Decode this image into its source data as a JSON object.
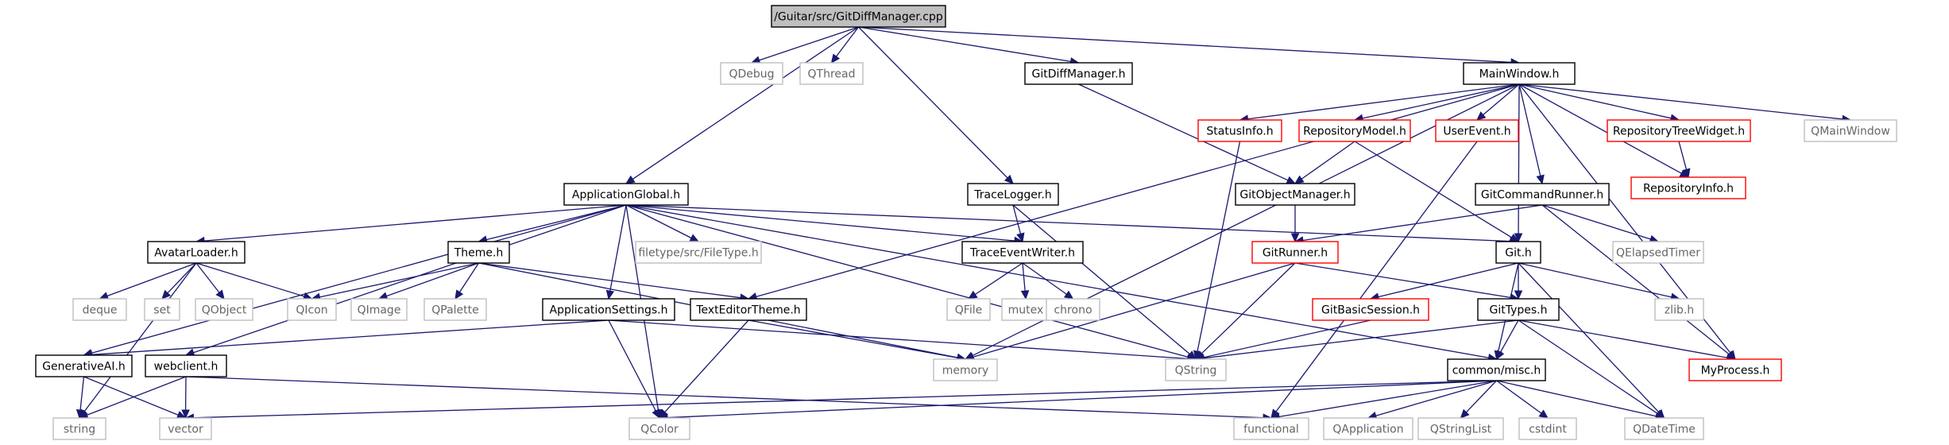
{
  "graph": {
    "nodes": [
      {
        "id": "root",
        "label": "/Guitar/src/GitDiffManager.cpp",
        "kind": "root"
      },
      {
        "id": "qdebug",
        "label": "QDebug",
        "kind": "sys"
      },
      {
        "id": "qthread",
        "label": "QThread",
        "kind": "sys"
      },
      {
        "id": "gitdiffmanager_h",
        "label": "GitDiffManager.h",
        "kind": "doc"
      },
      {
        "id": "mainwindow_h",
        "label": "MainWindow.h",
        "kind": "doc"
      },
      {
        "id": "statusinfo_h",
        "label": "StatusInfo.h",
        "kind": "missing"
      },
      {
        "id": "repositorymodel_h",
        "label": "RepositoryModel.h",
        "kind": "missing"
      },
      {
        "id": "userevent_h",
        "label": "UserEvent.h",
        "kind": "missing"
      },
      {
        "id": "repositorytreewidget_h",
        "label": "RepositoryTreeWidget.h",
        "kind": "missing"
      },
      {
        "id": "qmainwindow",
        "label": "QMainWindow",
        "kind": "sys"
      },
      {
        "id": "repositoryinfo_h",
        "label": "RepositoryInfo.h",
        "kind": "missing"
      },
      {
        "id": "applicationglobal_h",
        "label": "ApplicationGlobal.h",
        "kind": "doc"
      },
      {
        "id": "tracelogger_h",
        "label": "TraceLogger.h",
        "kind": "doc"
      },
      {
        "id": "gitobjectmanager_h",
        "label": "GitObjectManager.h",
        "kind": "doc"
      },
      {
        "id": "gitcommandrunner_h",
        "label": "GitCommandRunner.h",
        "kind": "doc"
      },
      {
        "id": "avatarloader_h",
        "label": "AvatarLoader.h",
        "kind": "doc"
      },
      {
        "id": "theme_h",
        "label": "Theme.h",
        "kind": "doc"
      },
      {
        "id": "filetype_h",
        "label": "filetype/src/FileType.h",
        "kind": "sys"
      },
      {
        "id": "traceeventwriter_h",
        "label": "TraceEventWriter.h",
        "kind": "doc"
      },
      {
        "id": "gitrunner_h",
        "label": "GitRunner.h",
        "kind": "missing"
      },
      {
        "id": "git_h",
        "label": "Git.h",
        "kind": "doc"
      },
      {
        "id": "qelapsedtimer",
        "label": "QElapsedTimer",
        "kind": "sys"
      },
      {
        "id": "deque",
        "label": "deque",
        "kind": "sys"
      },
      {
        "id": "set",
        "label": "set",
        "kind": "sys"
      },
      {
        "id": "qobject",
        "label": "QObject",
        "kind": "sys"
      },
      {
        "id": "qicon",
        "label": "QIcon",
        "kind": "sys"
      },
      {
        "id": "qimage",
        "label": "QImage",
        "kind": "sys"
      },
      {
        "id": "qpalette",
        "label": "QPalette",
        "kind": "sys"
      },
      {
        "id": "applicationsettings_h",
        "label": "ApplicationSettings.h",
        "kind": "doc"
      },
      {
        "id": "texteditortheme_h",
        "label": "TextEditorTheme.h",
        "kind": "doc"
      },
      {
        "id": "qfile",
        "label": "QFile",
        "kind": "sys"
      },
      {
        "id": "mutex",
        "label": "mutex",
        "kind": "sys"
      },
      {
        "id": "chrono",
        "label": "chrono",
        "kind": "sys"
      },
      {
        "id": "gitbasicsession_h",
        "label": "GitBasicSession.h",
        "kind": "missing"
      },
      {
        "id": "gittypes_h",
        "label": "GitTypes.h",
        "kind": "doc"
      },
      {
        "id": "zlib_h",
        "label": "zlib.h",
        "kind": "sys"
      },
      {
        "id": "generativeai_h",
        "label": "GenerativeAI.h",
        "kind": "doc"
      },
      {
        "id": "webclient_h",
        "label": "webclient.h",
        "kind": "doc"
      },
      {
        "id": "memory",
        "label": "memory",
        "kind": "sys"
      },
      {
        "id": "qstring",
        "label": "QString",
        "kind": "sys"
      },
      {
        "id": "common_misc_h",
        "label": "common/misc.h",
        "kind": "doc"
      },
      {
        "id": "myprocess_h",
        "label": "MyProcess.h",
        "kind": "missing"
      },
      {
        "id": "string",
        "label": "string",
        "kind": "sys"
      },
      {
        "id": "vector",
        "label": "vector",
        "kind": "sys"
      },
      {
        "id": "qcolor",
        "label": "QColor",
        "kind": "sys"
      },
      {
        "id": "functional",
        "label": "functional",
        "kind": "sys"
      },
      {
        "id": "qapplication",
        "label": "QApplication",
        "kind": "sys"
      },
      {
        "id": "qstringlist",
        "label": "QStringList",
        "kind": "sys"
      },
      {
        "id": "cstdint",
        "label": "cstdint",
        "kind": "sys"
      },
      {
        "id": "qdatetime",
        "label": "QDateTime",
        "kind": "sys"
      }
    ],
    "edges": [
      [
        "root",
        "qdebug"
      ],
      [
        "root",
        "qthread"
      ],
      [
        "root",
        "gitdiffmanager_h"
      ],
      [
        "root",
        "mainwindow_h"
      ],
      [
        "root",
        "applicationglobal_h"
      ],
      [
        "root",
        "tracelogger_h"
      ],
      [
        "gitdiffmanager_h",
        "gitobjectmanager_h"
      ],
      [
        "mainwindow_h",
        "statusinfo_h"
      ],
      [
        "mainwindow_h",
        "repositorymodel_h"
      ],
      [
        "mainwindow_h",
        "userevent_h"
      ],
      [
        "mainwindow_h",
        "repositorytreewidget_h"
      ],
      [
        "mainwindow_h",
        "qmainwindow"
      ],
      [
        "mainwindow_h",
        "repositoryinfo_h"
      ],
      [
        "mainwindow_h",
        "gitcommandrunner_h"
      ],
      [
        "mainwindow_h",
        "git_h"
      ],
      [
        "mainwindow_h",
        "myprocess_h"
      ],
      [
        "mainwindow_h",
        "memory"
      ],
      [
        "mainwindow_h",
        "texteditortheme_h"
      ],
      [
        "statusinfo_h",
        "qstring"
      ],
      [
        "repositorymodel_h",
        "gitobjectmanager_h"
      ],
      [
        "repositorymodel_h",
        "git_h"
      ],
      [
        "userevent_h",
        "functional"
      ],
      [
        "repositorytreewidget_h",
        "repositoryinfo_h"
      ],
      [
        "applicationglobal_h",
        "avatarloader_h"
      ],
      [
        "applicationglobal_h",
        "theme_h"
      ],
      [
        "applicationglobal_h",
        "filetype_h"
      ],
      [
        "applicationglobal_h",
        "traceeventwriter_h"
      ],
      [
        "applicationglobal_h",
        "git_h"
      ],
      [
        "applicationglobal_h",
        "applicationsettings_h"
      ],
      [
        "applicationglobal_h",
        "generativeai_h"
      ],
      [
        "applicationglobal_h",
        "webclient_h"
      ],
      [
        "applicationglobal_h",
        "qcolor"
      ],
      [
        "applicationglobal_h",
        "qstring"
      ],
      [
        "applicationglobal_h",
        "common_misc_h"
      ],
      [
        "tracelogger_h",
        "traceeventwriter_h"
      ],
      [
        "tracelogger_h",
        "qstring"
      ],
      [
        "gitobjectmanager_h",
        "gitrunner_h"
      ],
      [
        "gitcommandrunner_h",
        "gitrunner_h"
      ],
      [
        "gitcommandrunner_h",
        "qelapsedtimer"
      ],
      [
        "gitcommandrunner_h",
        "myprocess_h"
      ],
      [
        "avatarloader_h",
        "deque"
      ],
      [
        "avatarloader_h",
        "set"
      ],
      [
        "avatarloader_h",
        "qobject"
      ],
      [
        "avatarloader_h",
        "qicon"
      ],
      [
        "avatarloader_h",
        "string"
      ],
      [
        "theme_h",
        "qicon"
      ],
      [
        "theme_h",
        "qimage"
      ],
      [
        "theme_h",
        "qpalette"
      ],
      [
        "theme_h",
        "texteditortheme_h"
      ],
      [
        "theme_h",
        "memory"
      ],
      [
        "traceeventwriter_h",
        "qfile"
      ],
      [
        "traceeventwriter_h",
        "mutex"
      ],
      [
        "traceeventwriter_h",
        "chrono"
      ],
      [
        "gitrunner_h",
        "gittypes_h"
      ],
      [
        "gitrunner_h",
        "memory"
      ],
      [
        "gitrunner_h",
        "qstring"
      ],
      [
        "git_h",
        "gitbasicsession_h"
      ],
      [
        "git_h",
        "gittypes_h"
      ],
      [
        "git_h",
        "zlib_h"
      ],
      [
        "git_h",
        "common_misc_h"
      ],
      [
        "git_h",
        "qdatetime"
      ],
      [
        "applicationsettings_h",
        "generativeai_h"
      ],
      [
        "applicationsettings_h",
        "qcolor"
      ],
      [
        "applicationsettings_h",
        "qstring"
      ],
      [
        "texteditortheme_h",
        "qcolor"
      ],
      [
        "texteditortheme_h",
        "memory"
      ],
      [
        "gitbasicsession_h",
        "qstring"
      ],
      [
        "gittypes_h",
        "common_misc_h"
      ],
      [
        "gittypes_h",
        "qstring"
      ],
      [
        "gittypes_h",
        "qdatetime"
      ],
      [
        "gittypes_h",
        "myprocess_h"
      ],
      [
        "generativeai_h",
        "string"
      ],
      [
        "generativeai_h",
        "vector"
      ],
      [
        "webclient_h",
        "string"
      ],
      [
        "webclient_h",
        "vector"
      ],
      [
        "webclient_h",
        "functional"
      ],
      [
        "common_misc_h",
        "vector"
      ],
      [
        "common_misc_h",
        "qcolor"
      ],
      [
        "common_misc_h",
        "functional"
      ],
      [
        "common_misc_h",
        "qapplication"
      ],
      [
        "common_misc_h",
        "qstringlist"
      ],
      [
        "common_misc_h",
        "cstdint"
      ],
      [
        "common_misc_h",
        "qdatetime"
      ]
    ]
  },
  "colors": {
    "edge": "#191970",
    "root_fill": "#bfbfbf",
    "doc_border": "#000000",
    "missing_border": "#ff0000",
    "sys_border": "#bfbfbf",
    "sys_text": "#666666"
  }
}
